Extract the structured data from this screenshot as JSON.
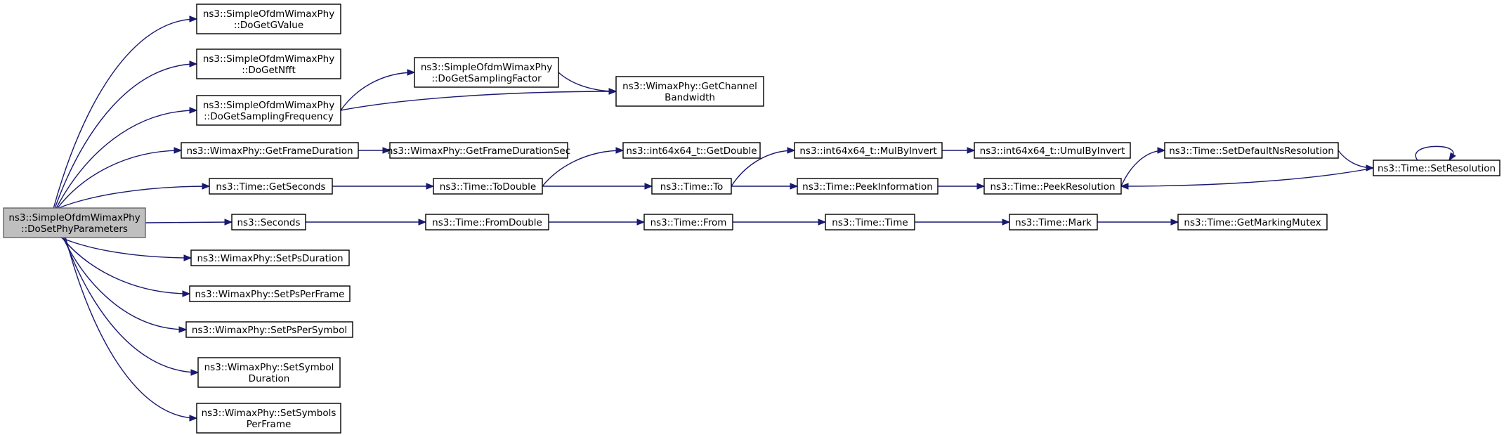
{
  "nodes": [
    {
      "id": "root",
      "lines": [
        "ns3::SimpleOfdmWimaxPhy",
        "::DoSetPhyParameters"
      ],
      "root": true
    },
    {
      "id": "getG",
      "lines": [
        "ns3::SimpleOfdmWimaxPhy",
        "::DoGetGValue"
      ]
    },
    {
      "id": "getNfft",
      "lines": [
        "ns3::SimpleOfdmWimaxPhy",
        "::DoGetNfft"
      ]
    },
    {
      "id": "getSF",
      "lines": [
        "ns3::SimpleOfdmWimaxPhy",
        "::DoGetSamplingFrequency"
      ]
    },
    {
      "id": "getSFactor",
      "lines": [
        "ns3::SimpleOfdmWimaxPhy",
        "::DoGetSamplingFactor"
      ]
    },
    {
      "id": "chanBW",
      "lines": [
        "ns3::WimaxPhy::GetChannel",
        "Bandwidth"
      ]
    },
    {
      "id": "frameDur",
      "lines": [
        "ns3::WimaxPhy::GetFrameDuration"
      ]
    },
    {
      "id": "frameDurSec",
      "lines": [
        "ns3::WimaxPhy::GetFrameDurationSec"
      ]
    },
    {
      "id": "getSeconds",
      "lines": [
        "ns3::Time::GetSeconds"
      ]
    },
    {
      "id": "toDouble",
      "lines": [
        "ns3::Time::ToDouble"
      ]
    },
    {
      "id": "i64GetDouble",
      "lines": [
        "ns3::int64x64_t::GetDouble"
      ]
    },
    {
      "id": "timeTo",
      "lines": [
        "ns3::Time::To"
      ]
    },
    {
      "id": "mulByInvert",
      "lines": [
        "ns3::int64x64_t::MulByInvert"
      ]
    },
    {
      "id": "umulByInvert",
      "lines": [
        "ns3::int64x64_t::UmulByInvert"
      ]
    },
    {
      "id": "peekInfo",
      "lines": [
        "ns3::Time::PeekInformation"
      ]
    },
    {
      "id": "peekRes",
      "lines": [
        "ns3::Time::PeekResolution"
      ]
    },
    {
      "id": "setDefNs",
      "lines": [
        "ns3::Time::SetDefaultNsResolution"
      ]
    },
    {
      "id": "setRes",
      "lines": [
        "ns3::Time::SetResolution"
      ]
    },
    {
      "id": "seconds",
      "lines": [
        "ns3::Seconds"
      ]
    },
    {
      "id": "fromDouble",
      "lines": [
        "ns3::Time::FromDouble"
      ]
    },
    {
      "id": "timeFrom",
      "lines": [
        "ns3::Time::From"
      ]
    },
    {
      "id": "timeTime",
      "lines": [
        "ns3::Time::Time"
      ]
    },
    {
      "id": "timeMark",
      "lines": [
        "ns3::Time::Mark"
      ]
    },
    {
      "id": "markMutex",
      "lines": [
        "ns3::Time::GetMarkingMutex"
      ]
    },
    {
      "id": "psDur",
      "lines": [
        "ns3::WimaxPhy::SetPsDuration"
      ]
    },
    {
      "id": "psFrame",
      "lines": [
        "ns3::WimaxPhy::SetPsPerFrame"
      ]
    },
    {
      "id": "psSym",
      "lines": [
        "ns3::WimaxPhy::SetPsPerSymbol"
      ]
    },
    {
      "id": "symDur",
      "lines": [
        "ns3::WimaxPhy::SetSymbol",
        "Duration"
      ]
    },
    {
      "id": "symFrame",
      "lines": [
        "ns3::WimaxPhy::SetSymbols",
        "PerFrame"
      ]
    }
  ],
  "edges": [
    [
      "root",
      "getG"
    ],
    [
      "root",
      "getNfft"
    ],
    [
      "root",
      "getSF"
    ],
    [
      "root",
      "frameDur"
    ],
    [
      "root",
      "getSeconds"
    ],
    [
      "root",
      "seconds"
    ],
    [
      "root",
      "psDur"
    ],
    [
      "root",
      "psFrame"
    ],
    [
      "root",
      "psSym"
    ],
    [
      "root",
      "symDur"
    ],
    [
      "root",
      "symFrame"
    ],
    [
      "getSF",
      "getSFactor"
    ],
    [
      "getSF",
      "chanBW"
    ],
    [
      "getSFactor",
      "chanBW"
    ],
    [
      "frameDur",
      "frameDurSec"
    ],
    [
      "getSeconds",
      "toDouble"
    ],
    [
      "toDouble",
      "i64GetDouble"
    ],
    [
      "toDouble",
      "timeTo"
    ],
    [
      "timeTo",
      "mulByInvert"
    ],
    [
      "timeTo",
      "peekInfo"
    ],
    [
      "mulByInvert",
      "umulByInvert"
    ],
    [
      "peekInfo",
      "peekRes"
    ],
    [
      "peekRes",
      "setDefNs"
    ],
    [
      "setDefNs",
      "setRes"
    ],
    [
      "setRes",
      "peekRes"
    ],
    [
      "setRes",
      "setRes"
    ],
    [
      "seconds",
      "fromDouble"
    ],
    [
      "fromDouble",
      "timeFrom"
    ],
    [
      "timeFrom",
      "timeTime"
    ],
    [
      "timeTime",
      "timeMark"
    ],
    [
      "timeMark",
      "markMutex"
    ]
  ],
  "colors": {
    "edge": "#191970",
    "root_fill": "#bfbfbf",
    "node_fill": "#ffffff"
  }
}
